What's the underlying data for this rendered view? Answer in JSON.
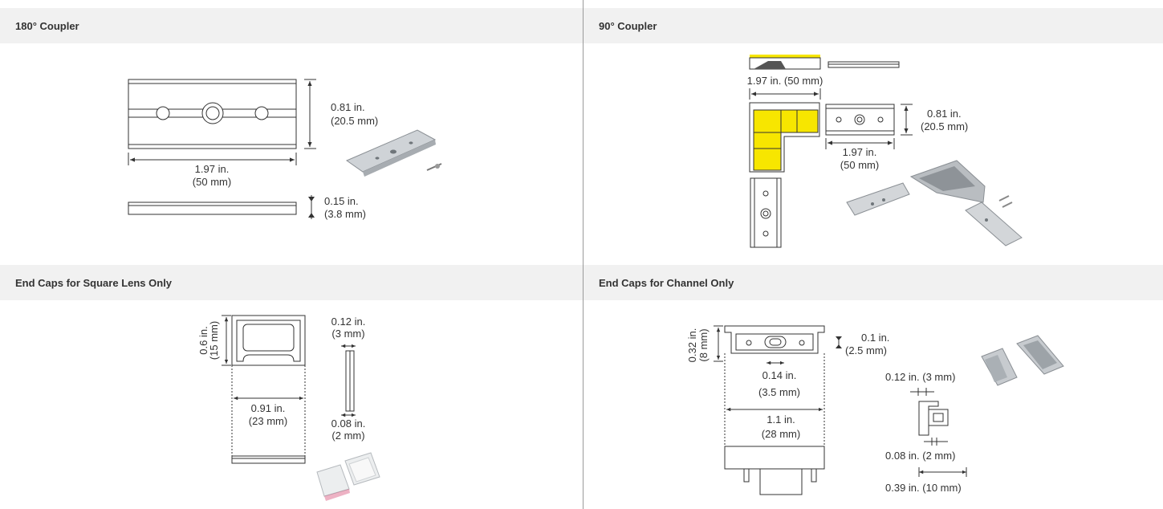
{
  "panels": {
    "coupler_180": {
      "title": "180° Coupler",
      "height_in": "0.81 in.",
      "height_mm": "(20.5 mm)",
      "length_in": "1.97 in.",
      "length_mm": "(50 mm)",
      "thickness_in": "0.15 in.",
      "thickness_mm": "(3.8 mm)"
    },
    "coupler_90": {
      "title": "90° Coupler",
      "top_length": "1.97 in. (50 mm)",
      "height_in": "0.81 in.",
      "height_mm": "(20.5 mm)",
      "length_in": "1.97 in.",
      "length_mm": "(50 mm)"
    },
    "end_caps_square_lens": {
      "title": "End Caps for Square Lens Only",
      "height_in": "0.6 in.",
      "height_mm": "(15 mm)",
      "width_in": "0.91 in.",
      "width_mm": "(23 mm)",
      "gap_in": "0.12 in.",
      "gap_mm": "(3 mm)",
      "thick_in": "0.08 in.",
      "thick_mm": "(2 mm)"
    },
    "end_caps_channel": {
      "title": "End Caps for Channel Only",
      "height_in": "0.32 in.",
      "height_mm": "(8 mm)",
      "lip_in": "0.1 in.",
      "lip_mm": "(2.5 mm)",
      "slot_in": "0.14 in.",
      "slot_mm": "(3.5 mm)",
      "width_in": "1.1 in.",
      "width_mm": "(28 mm)",
      "side_a": "0.12 in. (3 mm)",
      "side_b": "0.08 in. (2 mm)",
      "side_c": "0.39 in. (10 mm)"
    }
  },
  "colors": {
    "header_bg": "#f1f1f1",
    "line": "#333333",
    "led_yellow": "#f7e600",
    "metal": "#c9cdd1"
  }
}
